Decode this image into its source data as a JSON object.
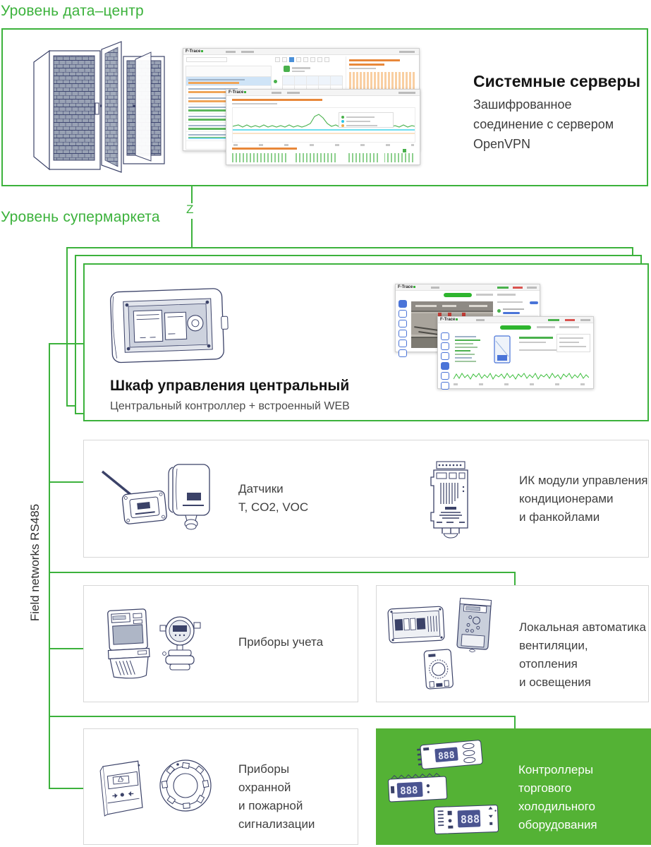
{
  "colors": {
    "accent_green": "#3cb23c",
    "green_fill": "#54b235",
    "outline_navy": "#3b4268",
    "panel_slate": "#99a2b4",
    "orange": "#f0a558",
    "blue": "#4a74d8",
    "cyan": "#29c5e6",
    "red": "#d9534f"
  },
  "levels": {
    "datacenter_label": "Уровень дата–центр",
    "supermarket_label": "Уровень супермаркета"
  },
  "connector": {
    "break_symbol": "Z"
  },
  "bus": {
    "label": "Field networks RS485"
  },
  "datacenter": {
    "title": "Системные серверы",
    "desc_lines": [
      "Зашифрованное",
      "соединение с сервером",
      "OpenVPN"
    ]
  },
  "controller_cabinet": {
    "title": "Шкаф управления центральный",
    "subtitle": "Центральный контроллер + встроенный WEB"
  },
  "screens": {
    "brand": "F-Trace"
  },
  "nodes": {
    "sensors": {
      "lines": [
        "Датчики",
        "Т, CO2, VOC"
      ]
    },
    "ir_modules": {
      "lines": [
        "ИК модули управления",
        "кондиционерами",
        "и фанкойлами"
      ]
    },
    "metering": {
      "lines": [
        "Приборы учета"
      ]
    },
    "local_automation": {
      "lines": [
        "Локальная автоматика",
        "вентиляции, отопления",
        "и освещения"
      ]
    },
    "alarm": {
      "lines": [
        "Приборы",
        "охранной",
        "и пожарной",
        "сигнализации"
      ]
    },
    "refrigeration": {
      "lines": [
        "Контроллеры",
        "торгового холодильного",
        "оборудования"
      ]
    }
  }
}
